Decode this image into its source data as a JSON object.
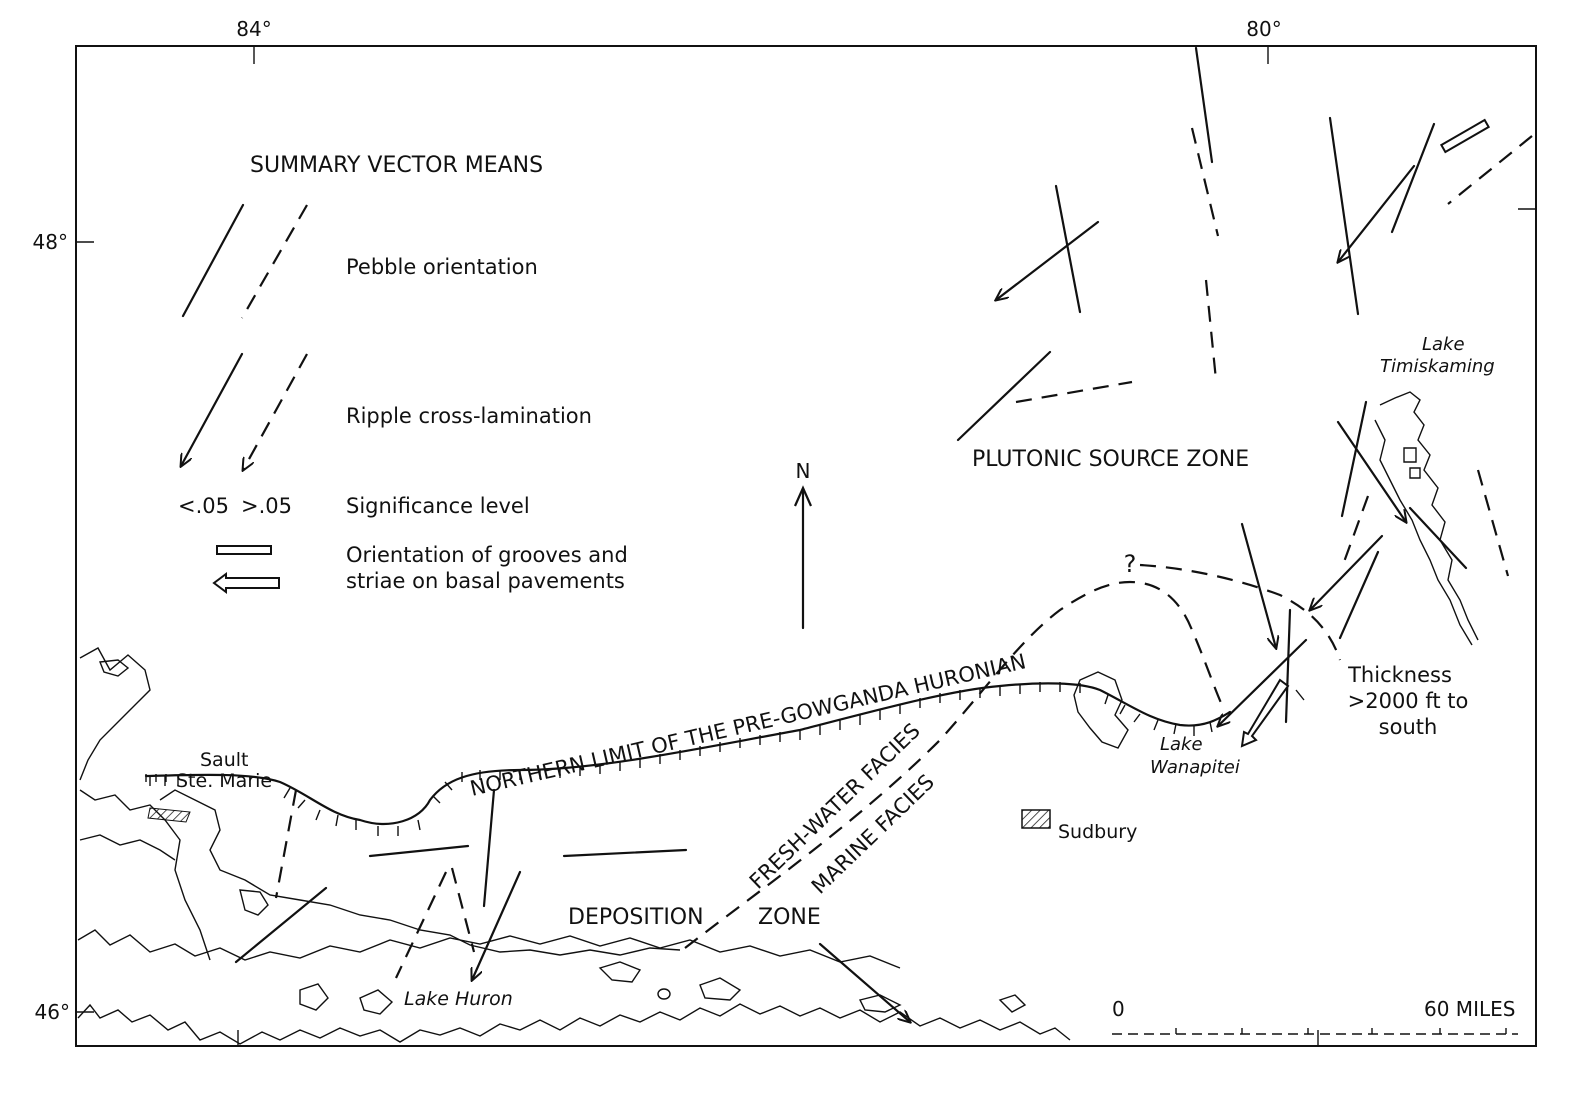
{
  "axes": {
    "lon_labels": [
      "84°",
      "80°"
    ],
    "lat_labels": [
      "48°",
      "46°"
    ]
  },
  "legend": {
    "title": "SUMMARY VECTOR MEANS",
    "pebble": "Pebble orientation",
    "ripple": "Ripple cross-lamination",
    "sig_low": "<.05",
    "sig_high": ">.05",
    "significance": "Significance level",
    "grooves_line1": "Orientation of grooves and",
    "grooves_line2": "striae on basal pavements"
  },
  "north": "N",
  "zones": {
    "plutonic": "PLUTONIC SOURCE ZONE",
    "deposition_a": "DEPOSITION",
    "deposition_b": "ZONE"
  },
  "boundary": {
    "northern_limit": "NORTHERN LIMIT OF THE PRE-GOWGANDA HURONIAN",
    "fresh": "FRESH-WATER FACIES",
    "marine": "MARINE FACIES",
    "question": "?"
  },
  "places": {
    "sault1": "Sault",
    "sault2": "Ste. Marie",
    "lake_huron": "Lake Huron",
    "lake_wan1": "Lake",
    "lake_wan2": "Wanapitei",
    "lake_tim1": "Lake",
    "lake_tim2": "Timiskaming",
    "sudbury": "Sudbury"
  },
  "thickness": {
    "line1": "Thickness",
    "line2": ">2000 ft to",
    "line3": "south"
  },
  "scale": {
    "zero": "0",
    "max": "60 MILES"
  }
}
